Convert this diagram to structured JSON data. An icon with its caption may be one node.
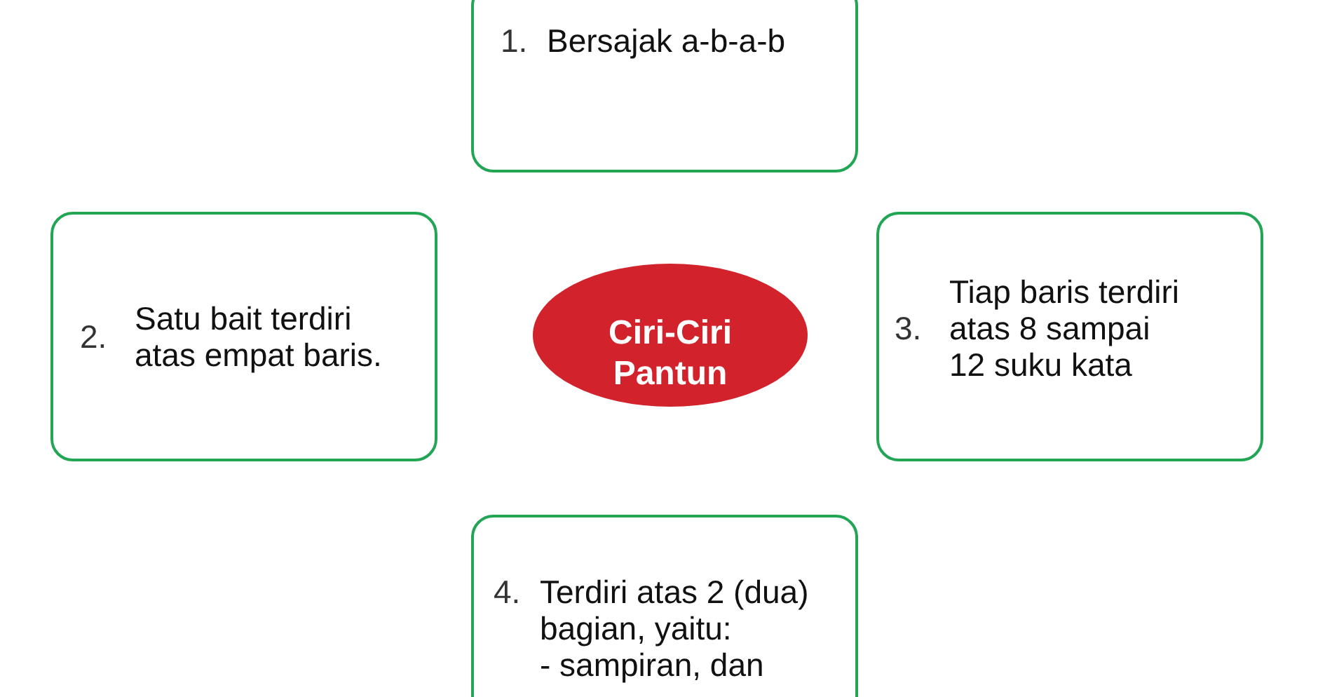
{
  "diagram": {
    "nodes": [
      {
        "text": [
          "1.",
          "Bersajak a-b-a-b"
        ]
      },
      {
        "text": [
          "2.",
          "Satu bait terdiri atas empat baris."
        ]
      },
      {
        "text": [
          "Ciri-Ciri Pantun"
        ]
      },
      {
        "text": [
          "3.",
          "Tiap baris terdiri atas 8 sampai 12 suku kata"
        ]
      },
      {
        "text": [
          "4.",
          "Terdiri atas 2 (dua) bagian, yaitu:",
          "- sampiran, dan"
        ]
      }
    ]
  }
}
